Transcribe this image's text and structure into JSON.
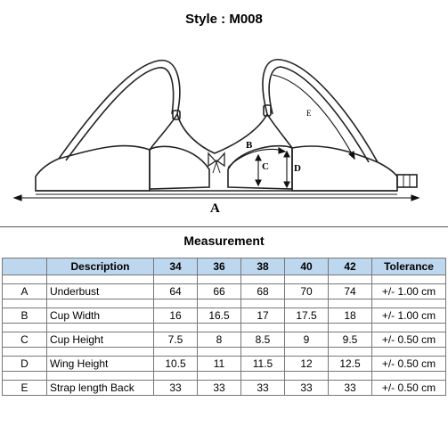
{
  "title": "Style : M008",
  "diagram_labels": {
    "a": "A",
    "b": "B",
    "c": "C",
    "d": "D",
    "e": "E"
  },
  "measurement_title": "Measurement",
  "table": {
    "headers": [
      "",
      "Description",
      "34",
      "36",
      "38",
      "40",
      "42",
      "Tolerance"
    ],
    "rows": [
      {
        "code": "A",
        "desc": "Underbust",
        "values": [
          "64",
          "66",
          "68",
          "70",
          "74"
        ],
        "tol": "+/- 1.00 cm"
      },
      {
        "code": "B",
        "desc": "Cup Width",
        "values": [
          "16",
          "16.5",
          "17",
          "17.5",
          "18"
        ],
        "tol": "+/- 1.00 cm"
      },
      {
        "code": "C",
        "desc": "Cup Height",
        "values": [
          "7.5",
          "8",
          "8.5",
          "9",
          "9.5"
        ],
        "tol": "+/- 0.50 cm"
      },
      {
        "code": "D",
        "desc": "Wing Height",
        "values": [
          "10.5",
          "11",
          "11.5",
          "12",
          "12.5"
        ],
        "tol": "+/- 0.50 cm"
      },
      {
        "code": "E",
        "desc": "Strap length Back",
        "values": [
          "33",
          "33",
          "33",
          "33",
          "33"
        ],
        "tol": "+/- 0.50 cm"
      }
    ]
  }
}
